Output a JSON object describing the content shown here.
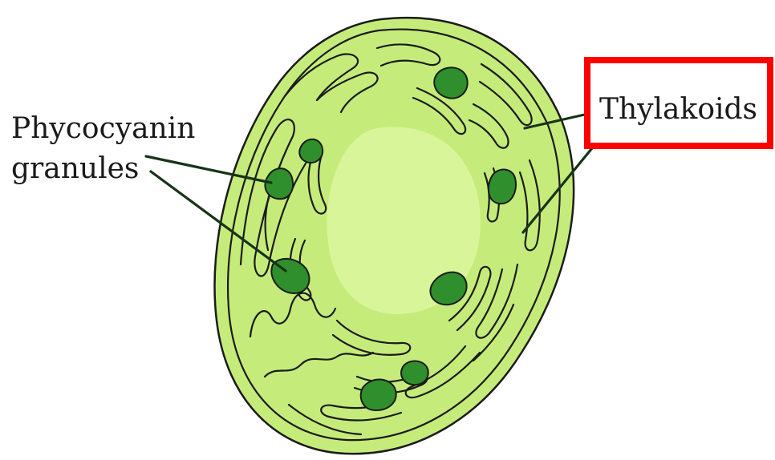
{
  "labels": {
    "phycocyanin_line1": "Phycocyanin",
    "phycocyanin_line2": "granules",
    "thylakoids": "Thylakoids"
  },
  "colors": {
    "cell_fill": "#c5ec7a",
    "center_fill": "#d9f59a",
    "granule_fill": "#2f8f2c",
    "highlight_box": "#ff0000",
    "line_color": "#1b1b1b"
  },
  "icons": {
    "cell": "cyanobacterium-cell-illustration"
  }
}
